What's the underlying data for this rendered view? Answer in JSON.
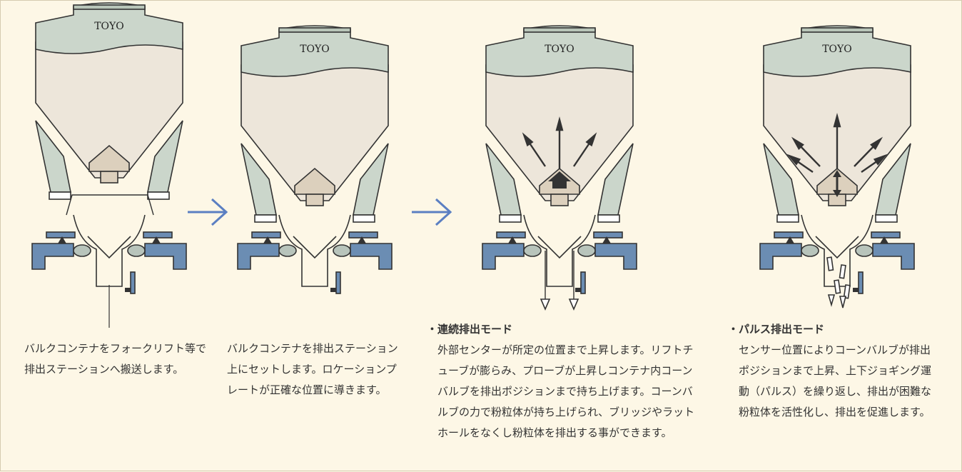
{
  "brand_label": "TOYO",
  "steps": [
    {
      "text": "バルクコンテナをフォークリフト等で排出ステーションへ搬送します。"
    },
    {
      "text": "バルクコンテナを排出ステーション上にセットします。ロケーションプレートが正確な位置に導きます。"
    },
    {
      "heading": "・連続排出モード",
      "text": "外部センターが所定の位置まで上昇します。リフトチューブが膨らみ、プローブが上昇しコンテナ内コーンバルブを排出ポジションまで持ち上げます。コーンバルブの力で粉粒体が持ち上げられ、ブリッジやラットホールをなくし粉粒体を排出する事ができます。"
    },
    {
      "heading": "・パルス排出モード",
      "text": "センサー位置によりコーンバルブが排出ポジションまで上昇、上下ジョギング運動（パルス）を繰り返し、排出が困難な粉粒体を活性化し、排出を促進します。"
    }
  ],
  "colors": {
    "background": "#fdf7e6",
    "hopper_top": "#cbd6cb",
    "hopper_body": "#ede6da",
    "cone_valve": "#dcd0bd",
    "station_plate": "#6b8db3",
    "transition_arrow": "#5b7fc2",
    "outline": "#333333"
  }
}
